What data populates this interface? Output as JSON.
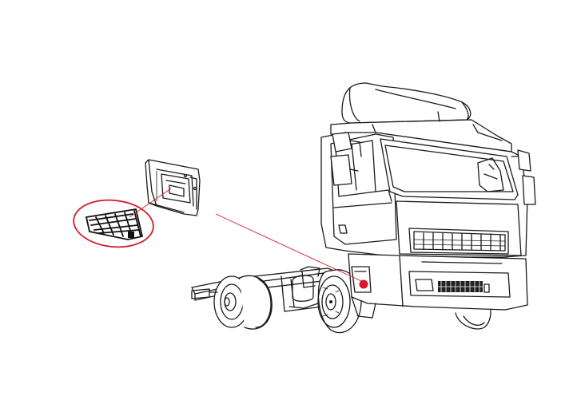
{
  "diagram": {
    "colors": {
      "background": "#ffffff",
      "line_art": "#1a1a1a",
      "highlight": "#d7182a"
    },
    "callout": {
      "shape": "ellipse",
      "marker": "dot",
      "connector": "leader-line"
    }
  }
}
